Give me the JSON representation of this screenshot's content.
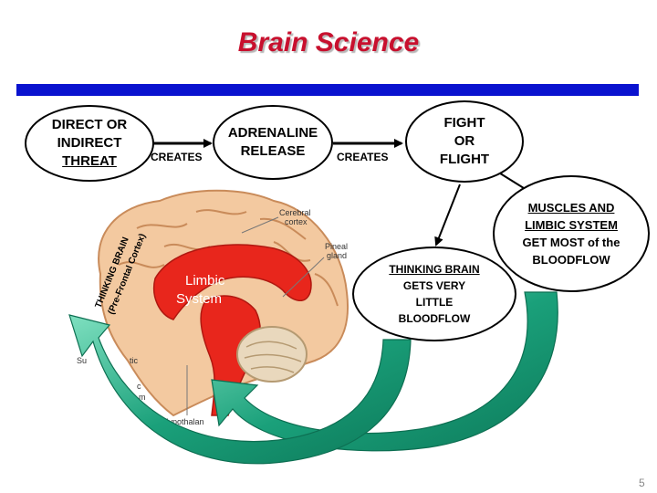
{
  "title": "Brain Science",
  "nodes": {
    "threat": [
      "DIRECT OR",
      "INDIRECT",
      "THREAT"
    ],
    "adrenaline": [
      "ADRENALINE",
      "RELEASE"
    ],
    "fight": [
      "FIGHT",
      "OR",
      "FLIGHT"
    ],
    "thinking": [
      "THINKING BRAIN",
      "GETS VERY",
      "LITTLE",
      "BLOODFLOW"
    ],
    "muscles": [
      "MUSCLES AND",
      "LIMBIC SYSTEM",
      "GET MOST of the",
      "BLOODFLOW"
    ]
  },
  "edge_labels": {
    "creates_1": "CREATES",
    "creates_2": "CREATES"
  },
  "brain_labels": {
    "cerebral": [
      "Cerebral",
      "cortex"
    ],
    "pineal": [
      "Pineal",
      "gland"
    ],
    "limbic": [
      "Limbic",
      "System"
    ],
    "hypothalamus": "Hypothalan",
    "left_partial_1": "Su",
    "left_partial_2": "tic",
    "left_partial_3": "c",
    "left_partial_4": "m",
    "thinking_brain_1": "THINKING BRAIN",
    "thinking_brain_2": "(Pre-Frontal Cortex)"
  },
  "page_number": "5",
  "colors": {
    "title": "#c8102e",
    "bar": "#0a12cf",
    "arrow_green": "#1aa07a",
    "limbic": "#e8261c"
  }
}
